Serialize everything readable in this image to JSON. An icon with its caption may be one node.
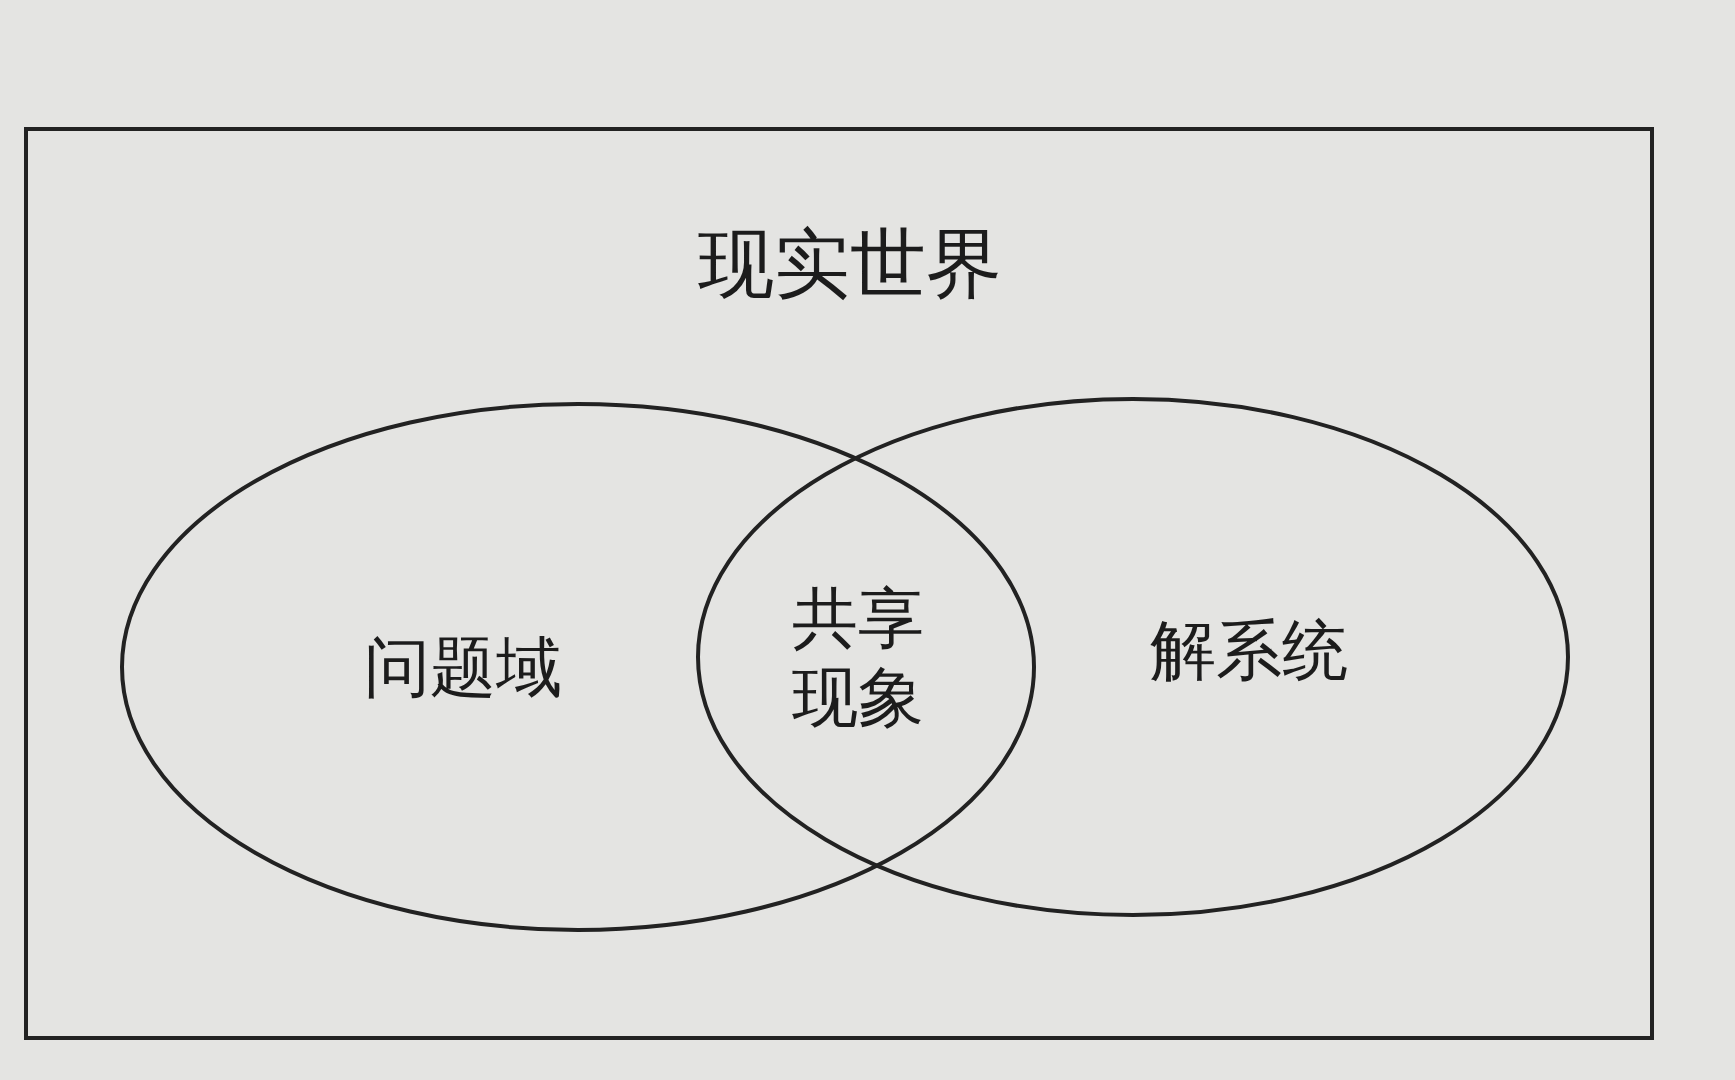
{
  "diagram": {
    "nodes": [
      {
        "text": [
          "现实世界"
        ]
      },
      {
        "text": [
          "问题域"
        ],
        "in": 0
      },
      {
        "text": [
          "解系统"
        ],
        "in": 0
      }
    ],
    "edges": [],
    "labels": [
      "共享现象"
    ]
  }
}
